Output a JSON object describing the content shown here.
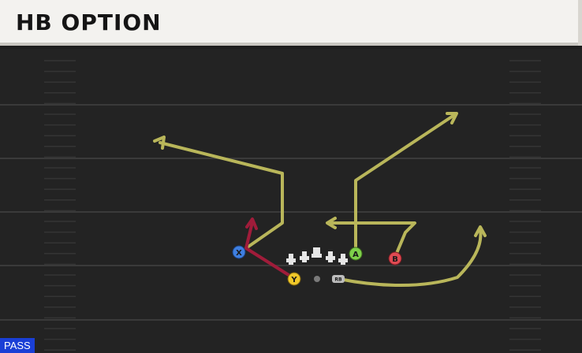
{
  "header": {
    "title": "HB OPTION"
  },
  "badge": {
    "label": "PASS"
  },
  "colors": {
    "route_primary": "#b9b65a",
    "route_block": "#a01c3a",
    "field": "#232323",
    "yard_line": "#3a3a3a",
    "badge_bg": "#1a3fd6"
  },
  "players": {
    "x": {
      "label": "X",
      "color": "#3f7fe0"
    },
    "y": {
      "label": "Y",
      "color": "#f0c82a"
    },
    "a": {
      "label": "A",
      "color": "#7ed04a"
    },
    "b": {
      "label": "B",
      "color": "#e04a52"
    },
    "rb": {
      "label": "RB"
    }
  }
}
